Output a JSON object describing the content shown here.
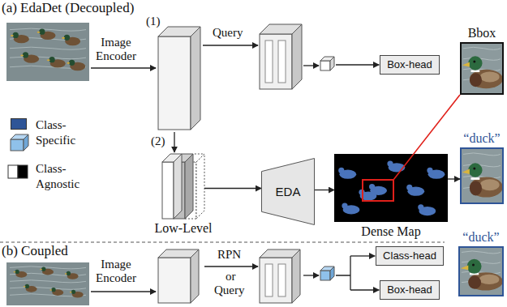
{
  "diagram": {
    "nodes": [
      {
        "text": [
          "Box-head"
        ]
      },
      {
        "text": [
          "Bbox"
        ]
      },
      {
        "text": [
          "Low-Level"
        ]
      },
      {
        "text": [
          "EDA"
        ]
      },
      {
        "text": [
          "Dense Map"
        ]
      },
      {
        "text": [
          "“duck”"
        ]
      },
      {
        "text": [
          "Class-head"
        ]
      },
      {
        "text": [
          "Box-head"
        ]
      },
      {
        "text": [
          "“duck”"
        ]
      }
    ],
    "edges": [
      {
        "from": 2,
        "to": 3,
        "arrow": "to"
      },
      {
        "from": 3,
        "to": 4,
        "arrow": "to"
      },
      {
        "from": 4,
        "to": 5,
        "arrow": "to"
      },
      {
        "from": 4,
        "to": 1,
        "arrow": "none"
      }
    ],
    "labels": [
      "(a) EdaDet (Decoupled)",
      "(1)",
      "Image Encoder",
      "Query",
      "(2)",
      "(b) Coupled",
      "Image Encoder",
      "RPN",
      "or",
      "Query"
    ],
    "legend": [
      {
        "text": "Class- Specific",
        "color": "#2f5597"
      },
      {
        "text": "Class- Agnostic"
      }
    ]
  }
}
